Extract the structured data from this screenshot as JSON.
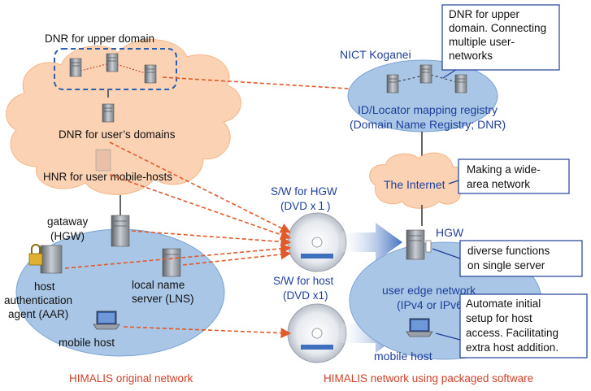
{
  "left": {
    "dnr_upper_label": "DNR for upper domain",
    "dnr_users_label": "DNR for user’s domains",
    "hnr_label": "HNR for user mobile-hosts",
    "gateway_line1": "gataway",
    "gateway_line2": "(HGW)",
    "aar_line1": "host",
    "aar_line2": "authentication",
    "aar_line3": "agent (AAR)",
    "lns_line1": "local name",
    "lns_line2": "server (LNS)",
    "mobile_host_label": "mobile host",
    "footer": "HIMALIS original network"
  },
  "middle": {
    "sw_hgw_line1": "S/W for HGW",
    "sw_hgw_line2": "(DVD x１)",
    "sw_host_line1": "S/W for host",
    "sw_host_line2": "(DVD x1)"
  },
  "right": {
    "nict_label": "NICT Koganei",
    "registry_line1": "ID/Locator mapping registry",
    "registry_line2": "(Domain Name Registry; DNR)",
    "internet_label": "The Internet",
    "hgw_label": "HGW",
    "edge_line1": "user edge network",
    "edge_line2": "(IPv4 or IPv6)",
    "mobile_host_label": "mobile host",
    "footer": "HIMALIS network using packaged software"
  },
  "callouts": {
    "dnr_upper": [
      "DNR for upper",
      "domain. Connecting",
      "multiple user-",
      "networks"
    ],
    "internet": [
      "Making a wide-",
      "area network"
    ],
    "hgw": [
      "diverse functions",
      "on single server"
    ],
    "host": [
      "Automate initial",
      "setup for host",
      "access. Facilitating",
      "extra host addition."
    ]
  },
  "colors": {
    "cloud_fill": "#fbd3b4",
    "network_fill": "#a9c6e6",
    "text_blue": "#1f3f9a",
    "footer_red": "#d0402a",
    "arrow_red": "#e05a2a",
    "big_arrow": "#4f7fc6"
  }
}
